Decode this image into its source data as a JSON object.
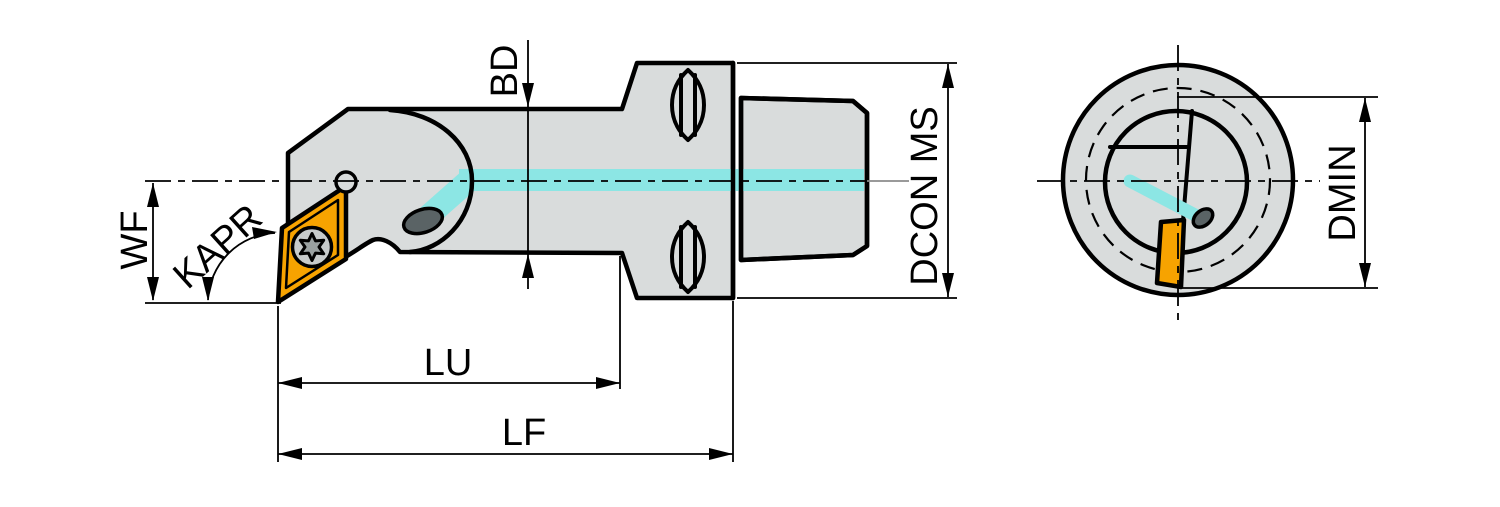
{
  "title": "Boring bar with Capto coupling - dimension drawing",
  "labels": {
    "bd": "BD",
    "wf": "WF",
    "kapr": "KAPR",
    "lu": "LU",
    "lf": "LF",
    "dcon_ms": "DCON MS",
    "dmin": "DMIN"
  },
  "colors": {
    "background": "#ffffff",
    "body": "#d9dcdc",
    "coolant": "#8ce6e4",
    "insert": "#f7a300",
    "outlet": "#5a6365",
    "screw": "#c7cbcb",
    "screw_star": "#9aa1a1",
    "outline": "#000000",
    "centerline_ext": "#8c8c8c"
  }
}
